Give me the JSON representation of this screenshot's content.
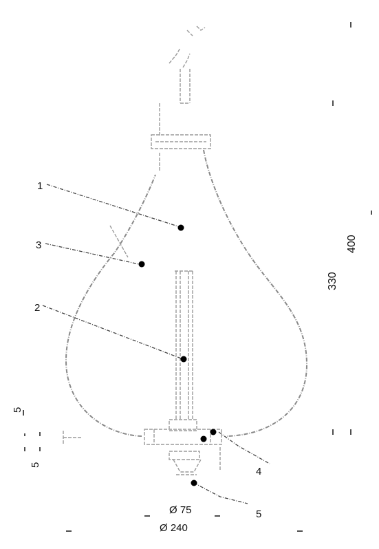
{
  "callouts": {
    "c1": "1",
    "c2": "2",
    "c3": "3",
    "c4": "4",
    "c5": "5"
  },
  "dimensions": {
    "height_total": "400",
    "height_vessel": "330",
    "diameter_inner": "Ø 75",
    "diameter_outer": "Ø 240",
    "wall_top": "5",
    "wall_bottom": "5"
  }
}
